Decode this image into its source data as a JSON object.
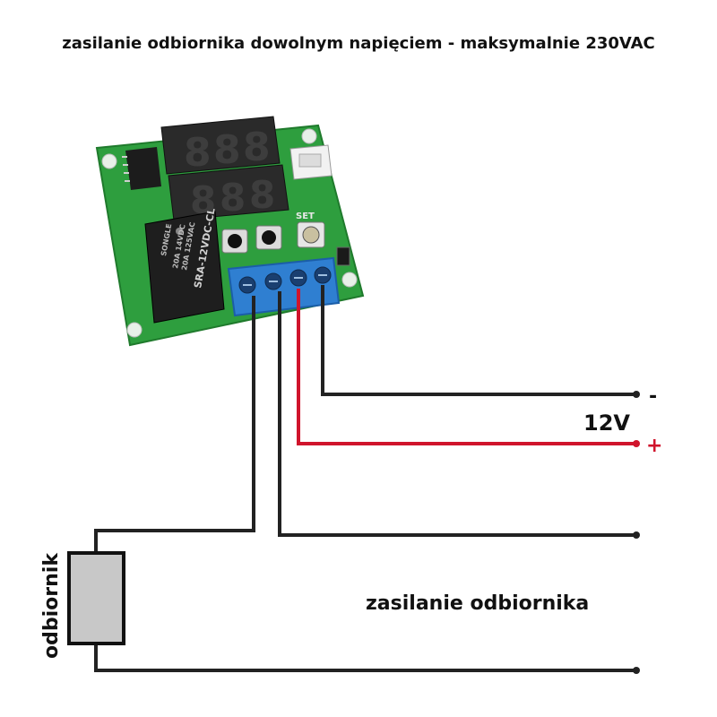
{
  "title": "zasilanie odbiornika dowolnym napięciem - maksymalnie 230VAC",
  "supply": {
    "voltage_label": "12V",
    "minus_label": "-",
    "plus_label": "+"
  },
  "load": {
    "label": "odbiornik",
    "supply_label": "zasilanie odbiornika"
  },
  "module": {
    "set_label": "SET",
    "relay_brand": "SONGLE",
    "relay_model": "SRA-12VDC-CL",
    "relay_rating_1": "20A 14VDC",
    "relay_rating_2": "20A 125VAC",
    "display_chars": [
      "8",
      "8",
      "8"
    ]
  },
  "colors": {
    "pcb": "#2e9e3e",
    "pcb_dark": "#1f7a2c",
    "display": "#2a2a2a",
    "segment": "#3b3b3b",
    "terminal": "#2f7fd1",
    "relay": "#1e1e1e",
    "wire_black": "#222222",
    "wire_red": "#d0142c",
    "load_fill": "#c8c8c8"
  }
}
